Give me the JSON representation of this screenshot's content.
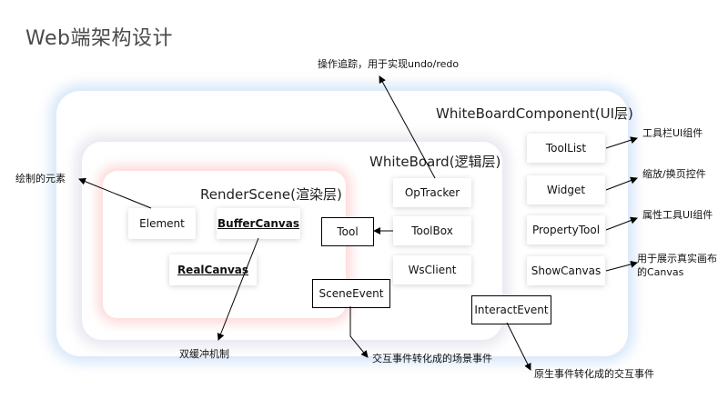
{
  "title": "Web端架构设计",
  "containers": {
    "ui": "WhiteBoardComponent(UI层)",
    "logic": "WhiteBoard(逻辑层)",
    "render": "RenderScene(渲染层)"
  },
  "render_items": {
    "element": "Element",
    "buffer_canvas": "BufferCanvas",
    "real_canvas": "RealCanvas"
  },
  "logic_items": {
    "op_tracker": "OpTracker",
    "toolbox": "ToolBox",
    "ws_client": "WsClient",
    "tool": "Tool",
    "scene_event": "SceneEvent"
  },
  "ui_items": {
    "tool_list": "ToolList",
    "widget": "Widget",
    "property_tool": "PropertyTool",
    "show_canvas": "ShowCanvas",
    "interact_event": "InteractEvent"
  },
  "annotations": {
    "op_tracking": "操作追踪，用于实现undo/redo",
    "drawn_elements": "绘制的元素",
    "double_buffer": "双缓冲机制",
    "scene_event_desc": "交互事件转化成的场景事件",
    "interact_event_desc": "原生事件转化成的交互事件",
    "toolbar_ui": "工具栏UI组件",
    "zoom_page": "缩放/换页控件",
    "property_ui": "属性工具UI组件",
    "show_canvas_line1": "用于展示真实画布",
    "show_canvas_line2": "的Canvas"
  }
}
